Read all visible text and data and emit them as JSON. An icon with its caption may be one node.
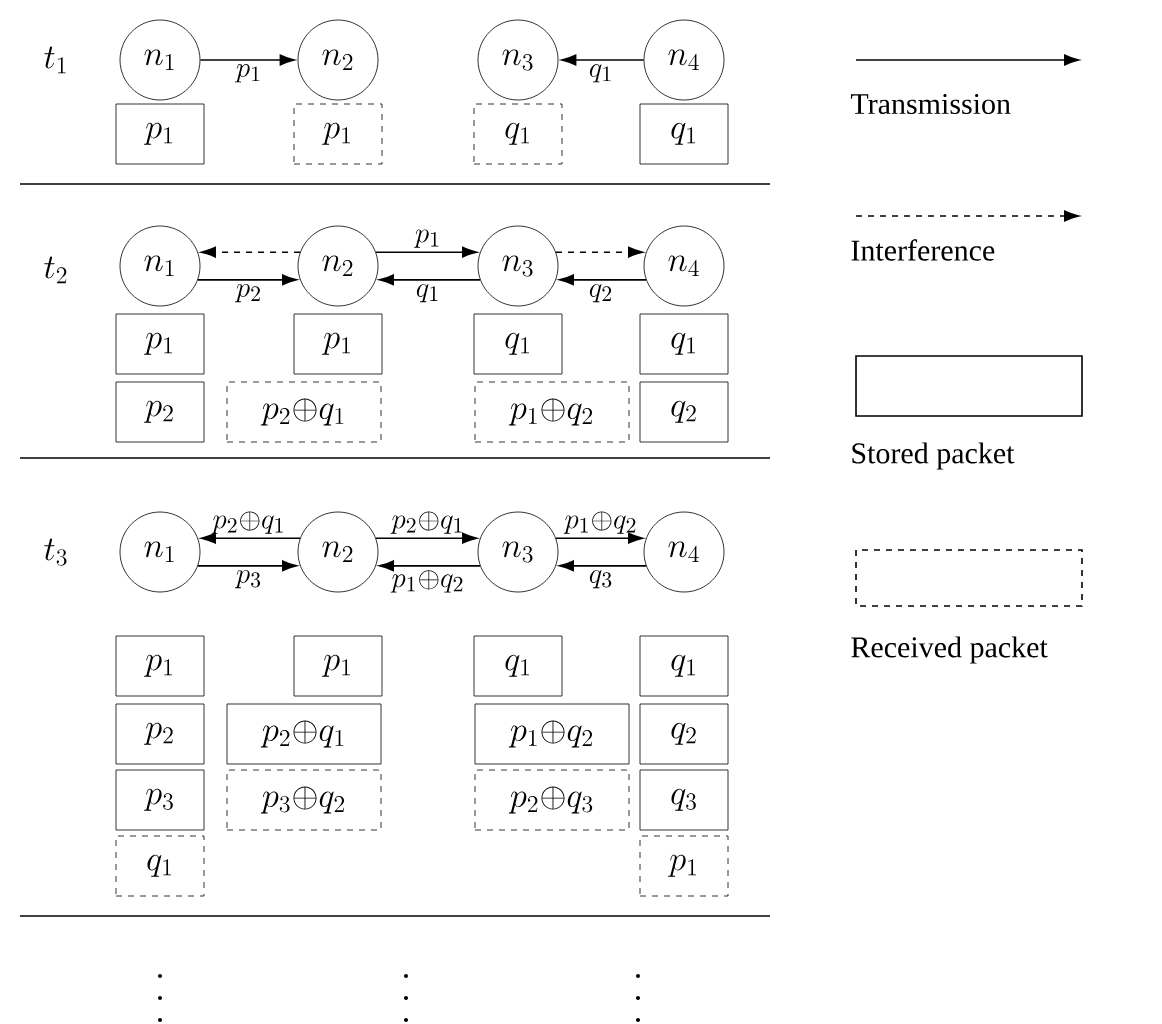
{
  "diagram": {
    "nodes": [
      {
        "text": [
          "n_1"
        ]
      },
      {
        "text": [
          "n_2"
        ]
      },
      {
        "text": [
          "n_3"
        ]
      },
      {
        "text": [
          "n_4"
        ]
      },
      {
        "text": [
          "p_1"
        ]
      },
      {
        "text": [
          "p_1"
        ]
      },
      {
        "text": [
          "q_1"
        ]
      },
      {
        "text": [
          "q_1"
        ]
      },
      {
        "text": [
          "n_1"
        ]
      },
      {
        "text": [
          "n_2"
        ]
      },
      {
        "text": [
          "n_3"
        ]
      },
      {
        "text": [
          "n_4"
        ]
      },
      {
        "text": [
          "p_1"
        ]
      },
      {
        "text": [
          "p_1"
        ]
      },
      {
        "text": [
          "q_1"
        ]
      },
      {
        "text": [
          "q_1"
        ]
      },
      {
        "text": [
          "p_2"
        ]
      },
      {
        "text": [
          "p_2\\oplus q_1"
        ]
      },
      {
        "text": [
          "p_1\\oplus q_2"
        ]
      },
      {
        "text": [
          "q_2"
        ]
      },
      {
        "text": [
          "n_1"
        ]
      },
      {
        "text": [
          "n_2"
        ]
      },
      {
        "text": [
          "n_3"
        ]
      },
      {
        "text": [
          "n_4"
        ]
      },
      {
        "text": [
          "p_1"
        ]
      },
      {
        "text": [
          "p_1"
        ]
      },
      {
        "text": [
          "q_1"
        ]
      },
      {
        "text": [
          "q_1"
        ]
      },
      {
        "text": [
          "p_2"
        ]
      },
      {
        "text": [
          "p_2\\oplus q_1"
        ]
      },
      {
        "text": [
          "p_1\\oplus q_2"
        ]
      },
      {
        "text": [
          "q_2"
        ]
      },
      {
        "text": [
          "p_3"
        ]
      },
      {
        "text": [
          "p_3\\oplus q_2"
        ]
      },
      {
        "text": [
          "p_2\\oplus q_3"
        ]
      },
      {
        "text": [
          "q_3"
        ]
      },
      {
        "text": [
          "q_1"
        ]
      },
      {
        "text": [
          "p_1"
        ]
      }
    ],
    "edges": [
      {
        "from": 0,
        "to": 1,
        "arrow": "to",
        "label": "p_1"
      },
      {
        "from": 3,
        "to": 2,
        "arrow": "to",
        "label": "q_1"
      },
      {
        "from": 9,
        "to": 8,
        "arrow": "to",
        "style": "dashed"
      },
      {
        "from": 8,
        "to": 9,
        "arrow": "to",
        "label": "p_2"
      },
      {
        "from": 9,
        "to": 10,
        "arrow": "to",
        "label": "p_1"
      },
      {
        "from": 10,
        "to": 9,
        "arrow": "to",
        "label": "q_1"
      },
      {
        "from": 10,
        "to": 11,
        "arrow": "to",
        "style": "dashed"
      },
      {
        "from": 11,
        "to": 10,
        "arrow": "to",
        "label": "q_2"
      },
      {
        "from": 21,
        "to": 20,
        "arrow": "to",
        "label": "p_2\\oplus q_1"
      },
      {
        "from": 20,
        "to": 21,
        "arrow": "to",
        "label": "p_3"
      },
      {
        "from": 21,
        "to": 22,
        "arrow": "to",
        "label": "p_2\\oplus q_1"
      },
      {
        "from": 22,
        "to": 21,
        "arrow": "to",
        "label": "p_1\\oplus q_2"
      },
      {
        "from": 22,
        "to": 23,
        "arrow": "to",
        "label": "p_1\\oplus q_2"
      },
      {
        "from": 23,
        "to": 22,
        "arrow": "to",
        "label": "q_3"
      }
    ],
    "labels": [
      "t_1",
      "t_2",
      "t_3"
    ],
    "legend": [
      {
        "text": "Transmission"
      },
      {
        "text": "Interference"
      },
      {
        "text": "Stored packet"
      },
      {
        "text": "Received packet"
      }
    ]
  }
}
